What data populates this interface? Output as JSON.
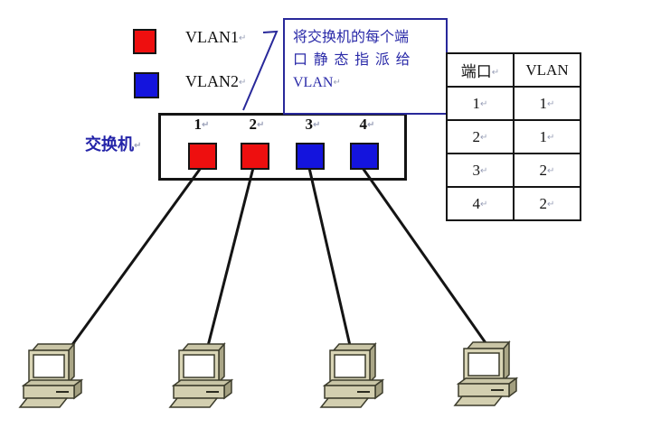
{
  "glyphs": {
    "return_mark": "↵"
  },
  "colors": {
    "vlan1_red": "#ee0f0f",
    "vlan2_blue": "#1414dd",
    "accent_blue": "#2a2aa8",
    "line_black": "#141414"
  },
  "legend": {
    "items": [
      {
        "label": "VLAN1",
        "color": "#ee0f0f"
      },
      {
        "label": "VLAN2",
        "color": "#1414dd"
      }
    ]
  },
  "callout": {
    "line1": "将交换机的每个端",
    "line2": "口静态指派给",
    "line3": "VLAN"
  },
  "switch": {
    "label": "交换机",
    "ports": [
      {
        "number": "1",
        "color": "#ee0f0f"
      },
      {
        "number": "2",
        "color": "#ee0f0f"
      },
      {
        "number": "3",
        "color": "#1414dd"
      },
      {
        "number": "4",
        "color": "#1414dd"
      }
    ]
  },
  "table": {
    "headers": [
      "端口",
      "VLAN"
    ],
    "rows": [
      [
        "1",
        "1"
      ],
      [
        "2",
        "1"
      ],
      [
        "3",
        "2"
      ],
      [
        "4",
        "2"
      ]
    ]
  }
}
